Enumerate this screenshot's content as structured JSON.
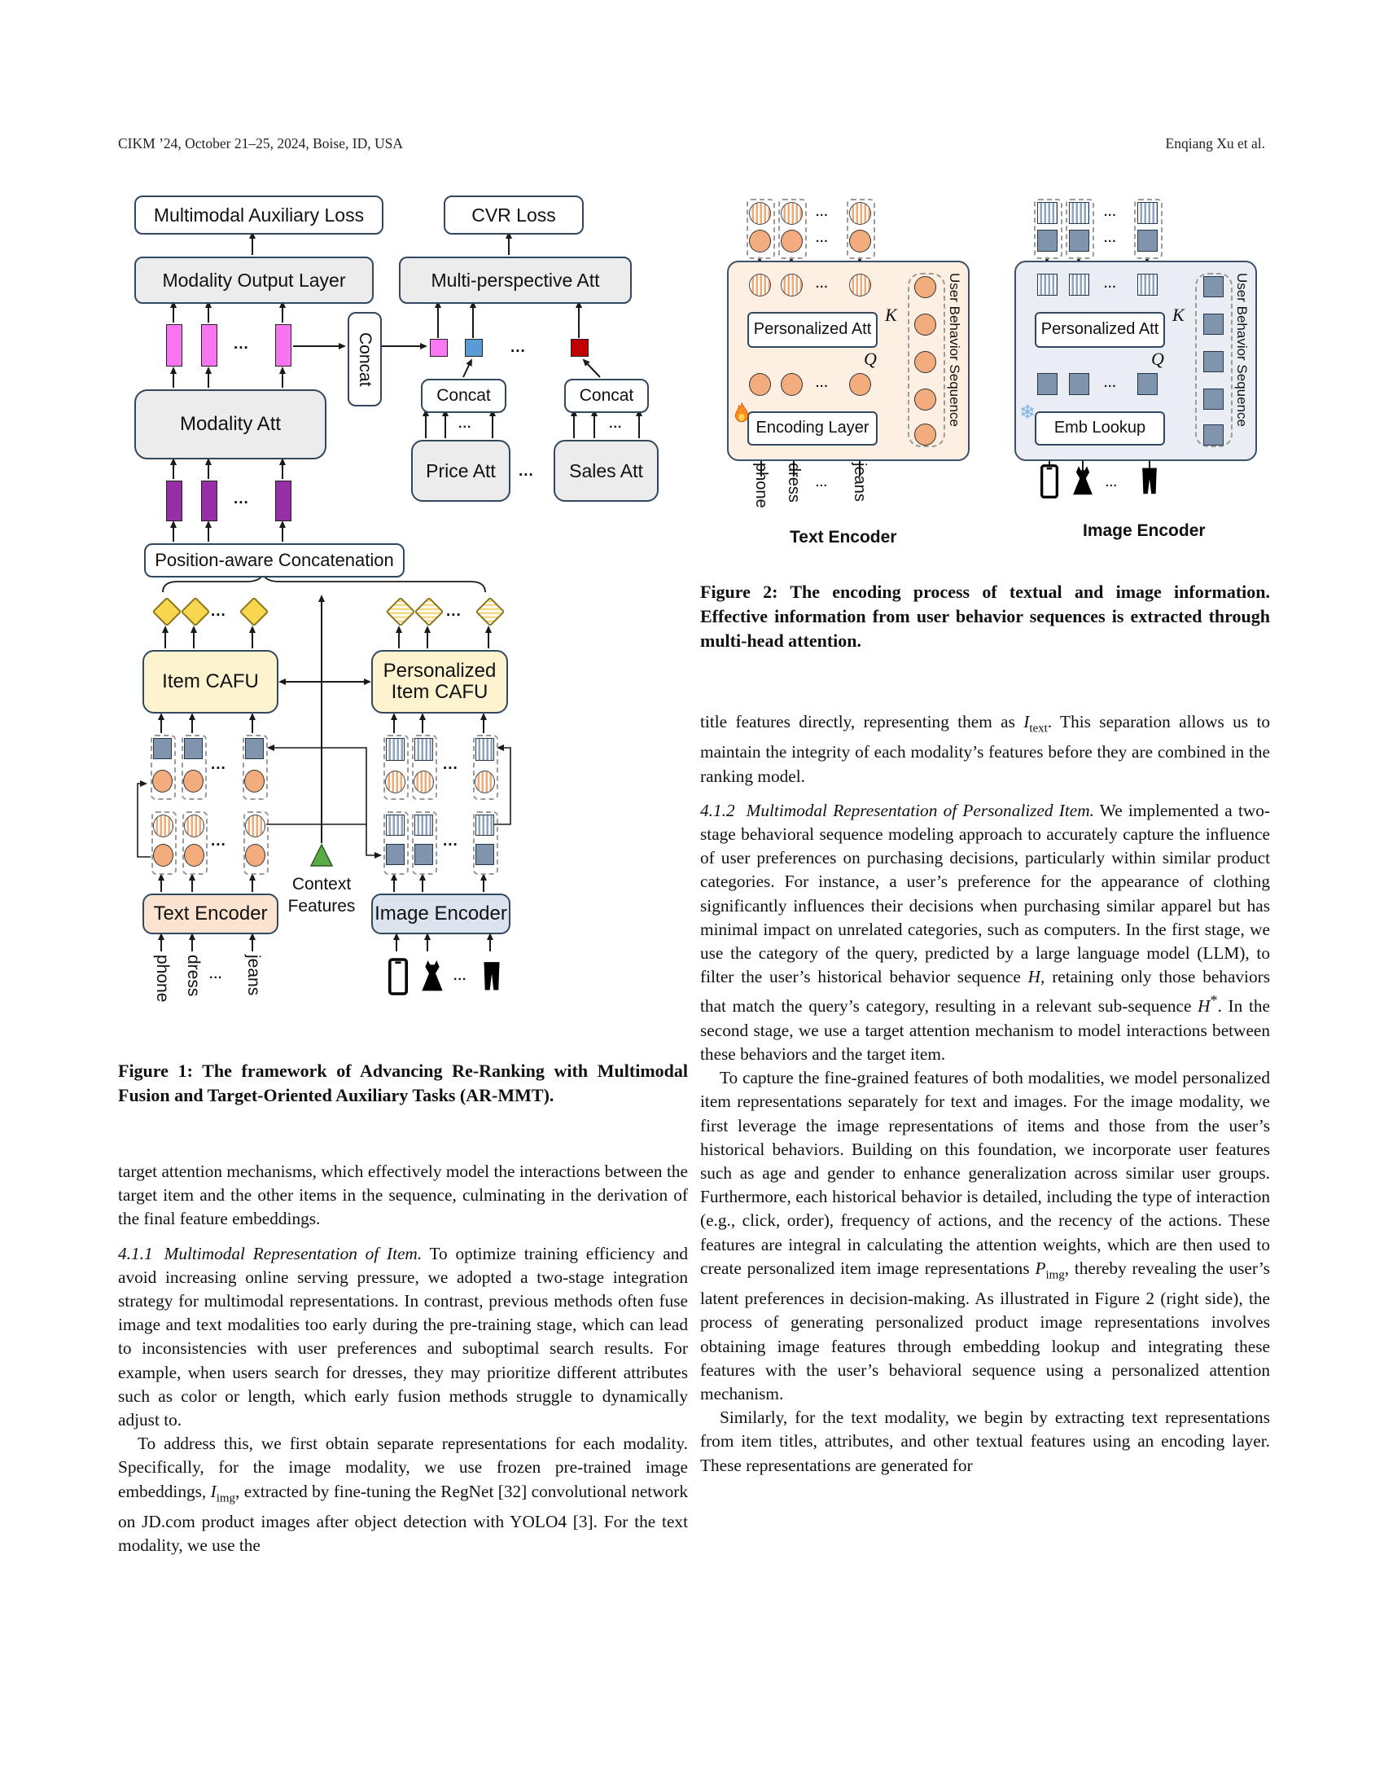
{
  "header": {
    "left": "CIKM ’24, October 21–25, 2024, Boise, ID, USA",
    "right": "Enqiang Xu et al."
  },
  "misc": {
    "dots": "...",
    "k": "K",
    "q": "Q"
  },
  "inputs": [
    "phone",
    "dress",
    "jeans"
  ],
  "figure1": {
    "multimodal_aux_loss": "Multimodal Auxiliary Loss",
    "cvr_loss": "CVR Loss",
    "modality_output_layer": "Modality Output Layer",
    "multi_perspective_att": "Multi-perspective Att",
    "concat": "Concat",
    "modality_att": "Modality Att",
    "price_att": "Price Att",
    "sales_att": "Sales Att",
    "position_concat": "Position-aware Concatenation",
    "item_cafu": "Item CAFU",
    "personalized_item_cafu_1": "Personalized",
    "personalized_item_cafu_2": "Item CAFU",
    "text_encoder": "Text Encoder",
    "image_encoder": "Image Encoder",
    "context_features_1": "Context",
    "context_features_2": "Features",
    "caption": "Figure 1: The framework of Advancing Re-Ranking with Multimodal Fusion and Target-Oriented Auxiliary Tasks (AR-MMT)."
  },
  "figure2": {
    "personalized_att": "Personalized Att",
    "encoding_layer": "Encoding Layer",
    "emb_lookup": "Emb Lookup",
    "behavior_label": "User Behavior Sequence",
    "text_encoder_title": "Text Encoder",
    "image_encoder_title": "Image Encoder",
    "caption": "Figure 2: The encoding process of textual and image information. Effective information from user behavior sequences is extracted through multi-head attention."
  },
  "left_col": {
    "p1": "target attention mechanisms, which effectively model the interactions between the target item and the other items in the sequence, culminating in the derivation of the final feature embeddings.",
    "s411_num": "4.1.1",
    "s411_title": "Multimodal Representation of Item.",
    "s411_body": "To optimize training efficiency and avoid increasing online serving pressure, we adopted a two-stage integration strategy for multimodal representations. In contrast, previous methods often fuse image and text modalities too early during the pre-training stage, which can lead to inconsistencies with user preferences and suboptimal search results. For example, when users search for dresses, they may prioritize different attributes such as color or length, which early fusion methods struggle to dynamically adjust to.",
    "p2a": "To address this, we first obtain separate representations for each modality. Specifically, for the image modality, we use frozen pre-trained image embeddings, ",
    "p2_var": "I",
    "p2_sub": "img",
    "p2b": ", extracted by fine-tuning the RegNet [32] convolutional network on JD.com product images after object detection with YOLO4 [3]. For the text modality, we use the"
  },
  "right_col": {
    "p1a": "title features directly, representing them as ",
    "p1_var": "I",
    "p1_sub": "text",
    "p1b": ". This separation allows us to maintain the integrity of each modality’s features before they are combined in the ranking model.",
    "s412_num": "4.1.2",
    "s412_title": "Multimodal Representation of Personalized Item.",
    "s412_body_a": "We implemented a two-stage behavioral sequence modeling approach to accurately capture the influence of user preferences on purchasing decisions, particularly within similar product categories. For instance, a user’s preference for the appearance of clothing significantly influences their decisions when purchasing similar apparel but has minimal impact on unrelated categories, such as computers. In the first stage, we use the category of the query, predicted by a large language model (LLM), to filter the user’s historical behavior sequence ",
    "s412_var_h": "H",
    "s412_body_b": ", retaining only those behaviors that match the query’s category, resulting in a relevant sub-sequence ",
    "s412_var_h2": "H",
    "s412_sup": "*",
    "s412_body_c": ". In the second stage, we use a target attention mechanism to model interactions between these behaviors and the target item.",
    "p2a": "To capture the fine-grained features of both modalities, we model personalized item representations separately for text and images. For the image modality, we first leverage the image representations of items and those from the user’s historical behaviors. Building on this foundation, we incorporate user features such as age and gender to enhance generalization across similar user groups. Furthermore, each historical behavior is detailed, including the type of interaction (e.g., click, order), frequency of actions, and the recency of the actions. These features are integral in calculating the attention weights, which are then used to create personalized item image representations ",
    "p2_var": "P",
    "p2_sub": "img",
    "p2b": ", thereby revealing the user’s latent preferences in decision-making. As illustrated in Figure 2 (right side), the process of generating personalized product image representations involves obtaining image features through embedding lookup and integrating these features with the user’s behavioral sequence using a personalized attention mechanism.",
    "p3": "Similarly, for the text modality, we begin by extracting text representations from item titles, attributes, and other textual features using an encoding layer. These representations are generated for"
  }
}
